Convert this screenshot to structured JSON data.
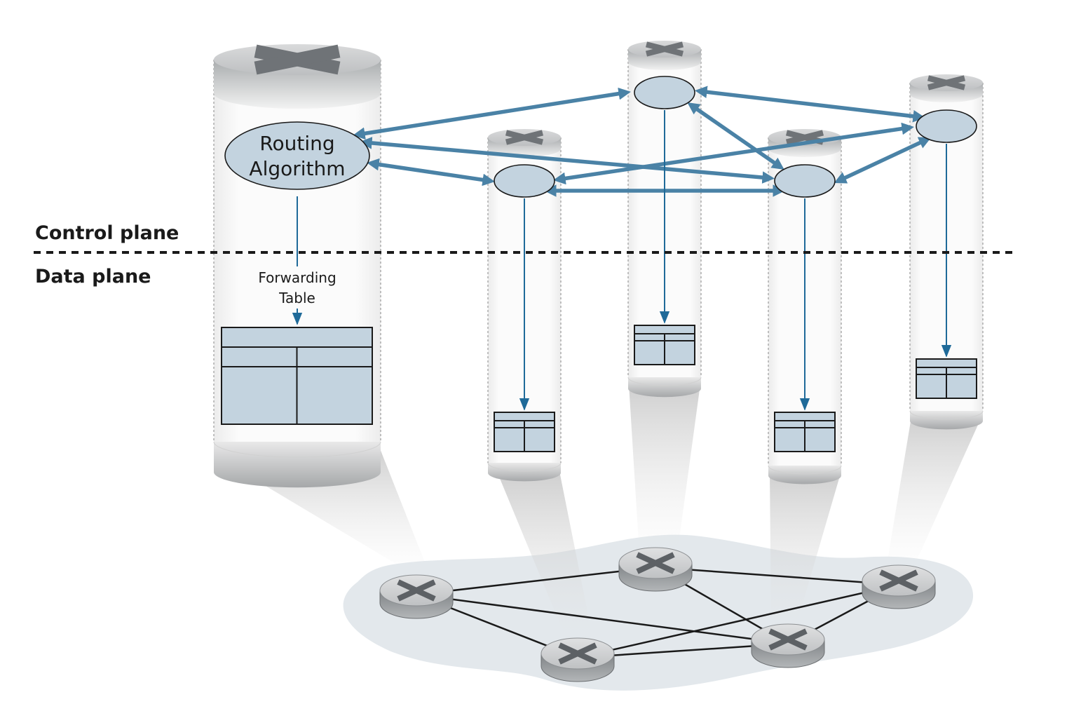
{
  "labels": {
    "control_plane": "Control plane",
    "data_plane": "Data plane",
    "routing_algorithm_line1": "Routing",
    "routing_algorithm_line2": "Algorithm",
    "forwarding_table_line1": "Forwarding",
    "forwarding_table_line2": "Table"
  },
  "colors": {
    "arrow": "#4a82a6",
    "thin_arrow": "#1f6a99",
    "node_fill": "#c3d3df",
    "table_fill": "#c3d3df",
    "network_blob": "#e3e8ec",
    "router_body": "#a8abae"
  },
  "network": {
    "routers": [
      "router-a",
      "router-b",
      "router-c",
      "router-d",
      "router-e"
    ],
    "links": [
      [
        "router-a",
        "router-b"
      ],
      [
        "router-a",
        "router-c"
      ],
      [
        "router-a",
        "router-d"
      ],
      [
        "router-b",
        "router-e"
      ],
      [
        "router-b",
        "router-d"
      ],
      [
        "router-c",
        "router-d"
      ],
      [
        "router-c",
        "router-e"
      ],
      [
        "router-d",
        "router-e"
      ]
    ]
  },
  "control_plane_links": [
    [
      "routing-algorithm",
      "node-top"
    ],
    [
      "routing-algorithm",
      "node-center"
    ],
    [
      "routing-algorithm",
      "node-right-lower"
    ],
    [
      "node-top",
      "node-right"
    ],
    [
      "node-top",
      "node-right-lower"
    ],
    [
      "node-right",
      "node-left"
    ],
    [
      "node-right",
      "node-right-lower"
    ],
    [
      "node-left",
      "node-right-lower"
    ]
  ]
}
